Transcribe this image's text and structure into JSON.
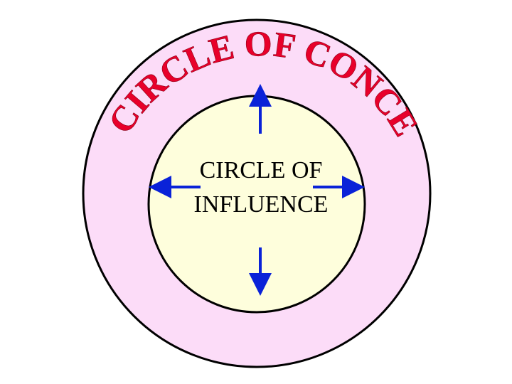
{
  "outer_circle": {
    "label": "CIRCLE OF CONCERN",
    "fill": "#fcdcf8",
    "stroke": "#000000",
    "text_color": "#e8002a"
  },
  "inner_circle": {
    "label_line1": "CIRCLE OF",
    "label_line2": "INFLUENCE",
    "fill": "#fefedc",
    "stroke": "#000000",
    "text_color": "#000000"
  },
  "arrows": {
    "color": "#0a22d8",
    "directions": [
      "up",
      "down",
      "left",
      "right"
    ]
  }
}
